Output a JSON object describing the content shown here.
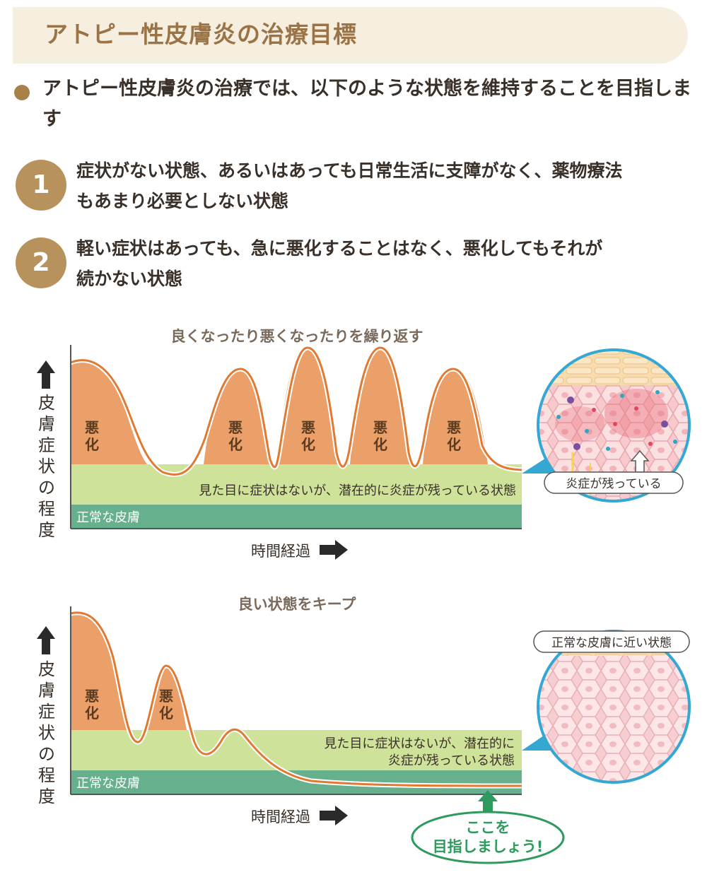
{
  "header": {
    "title": "アトピー性皮膚炎の治療目標"
  },
  "intro": {
    "text": "アトピー性皮膚炎の治療では、以下のような状態を維持することを目指します"
  },
  "goals": [
    {
      "number": "1",
      "lines": [
        "症状がない状態、あるいはあっても日常生活に支障がなく、薬物療法",
        "もあまり必要としない状態"
      ]
    },
    {
      "number": "2",
      "lines": [
        "軽い症状はあっても、急に悪化することはなく、悪化してもそれが",
        "続かない状態"
      ]
    }
  ],
  "chart1": {
    "title": "良くなったり悪くなったりを繰り返す",
    "y_label": "皮膚症状の程度",
    "x_label": "時間経過",
    "flare_label": "悪化",
    "latent_band_label": "見た目に症状はないが、潜在的に炎症が残っている状態",
    "normal_band_label": "正常な皮膚",
    "skin_callout": "炎症が残っている"
  },
  "chart2": {
    "title": "良い状態をキープ",
    "y_label": "皮膚症状の程度",
    "x_label": "時間経過",
    "flare_label": "悪化",
    "latent_band_label_lines": [
      "見た目に症状はないが、潜在的に",
      "炎症が残っている状態"
    ],
    "normal_band_label": "正常な皮膚",
    "skin_callout": "正常な皮膚に近い状態",
    "goal_badge_lines": [
      "ここを",
      "目指しましょう!"
    ]
  },
  "colors": {
    "title_bg": "#f6efe0",
    "title_text": "#9a7446",
    "accent_brown": "#b8925c",
    "flare_orange": "#eaa068",
    "curve_orange": "#e07a32",
    "latent_green": "#cfe29a",
    "normal_teal": "#66b08e",
    "goal_green": "#2f9a5e",
    "callout_blue": "#34a8d3"
  },
  "chart_data": [
    {
      "type": "line",
      "title": "良くなったり悪くなったりを繰り返す",
      "xlabel": "時間経過",
      "ylabel": "皮膚症状の程度",
      "series": [
        {
          "values": [
            2.3,
            2.1,
            0.7,
            0.1,
            0.4,
            0.8,
            2.1,
            0.1,
            2.6,
            0.1,
            2.6,
            0.1,
            2.2,
            0.3,
            0.2
          ]
        }
      ]
    },
    {
      "type": "line",
      "title": "良い状態をキープ",
      "xlabel": "時間経過",
      "ylabel": "皮膚症状の程度",
      "series": [
        {
          "values": [
            2.6,
            2.4,
            0.5,
            1.6,
            0.6,
            0.8,
            0.4,
            0.2,
            0.1,
            0.1
          ]
        }
      ]
    }
  ]
}
